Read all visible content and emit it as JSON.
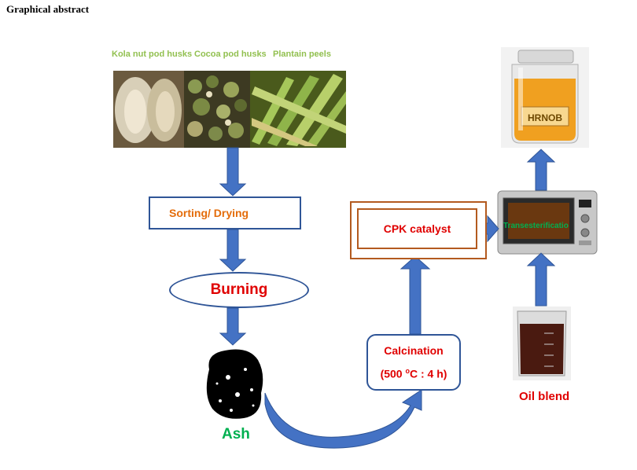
{
  "heading": "Graphical abstract",
  "feedstock_labels": [
    "Kola nut pod husks",
    "Cocoa pod husks",
    "Plantain peels"
  ],
  "steps": {
    "sorting": "Sorting/ Drying",
    "burning": "Burning",
    "ash": "Ash",
    "calcination_title": "Calcination",
    "calcination_cond_a": "(500 ",
    "calcination_deg": "o",
    "calcination_cond_b": "C : 4 h)",
    "catalyst": "CPK catalyst",
    "reaction": "Transesterificatio",
    "oil": "Oil blend",
    "product": "HRNOB"
  },
  "colors": {
    "arrow_fill": "#4472c4",
    "arrow_stroke": "#2f5597",
    "label_green": "#92c050",
    "orange": "#e46c0a",
    "red": "#e00000",
    "green": "#00b050",
    "brown": "#b35a1f"
  },
  "icons": [
    "feedstock-photo",
    "ash-image",
    "microwave-reactor",
    "oil-beaker",
    "biodiesel-jar"
  ]
}
